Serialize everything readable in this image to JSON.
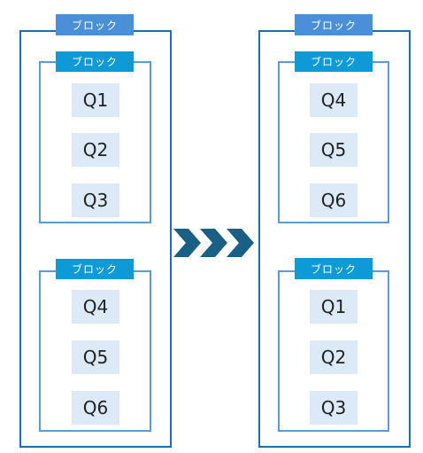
{
  "diagram": {
    "block_label": "ブロック",
    "left": {
      "groups": [
        {
          "items": [
            "Q1",
            "Q2",
            "Q3"
          ]
        },
        {
          "items": [
            "Q4",
            "Q5",
            "Q6"
          ]
        }
      ]
    },
    "right": {
      "groups": [
        {
          "items": [
            "Q4",
            "Q5",
            "Q6"
          ]
        },
        {
          "items": [
            "Q1",
            "Q2",
            "Q3"
          ]
        }
      ]
    },
    "colors": {
      "outer_border": "#1f6fb0",
      "inner_border": "#5b9bd5",
      "tab_outer": "#4a90d9",
      "tab_inner": "#0e9ad7",
      "question_fill": "#dce9f6",
      "arrow": "#1a5f86"
    },
    "arrow_icon": "triple-chevron-right-icon"
  }
}
